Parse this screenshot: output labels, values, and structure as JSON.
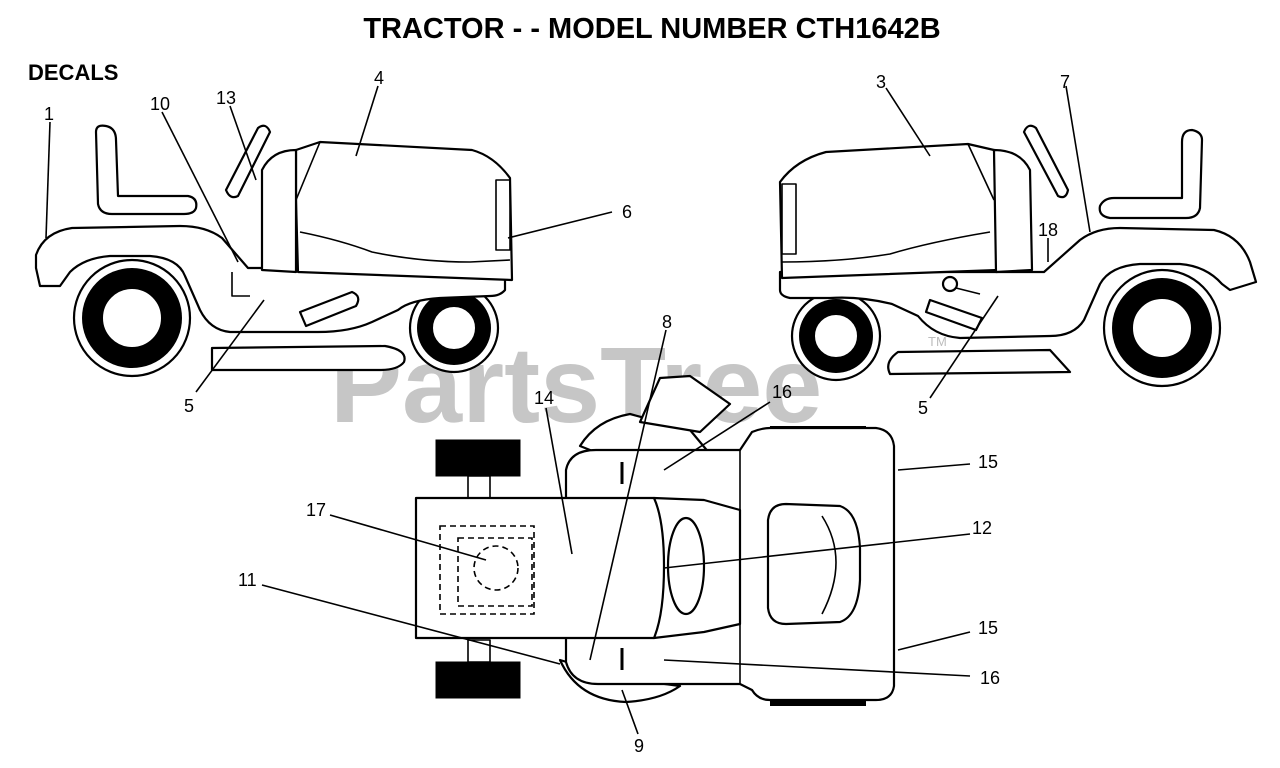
{
  "title": "TRACTOR - - MODEL NUMBER CTH1642B",
  "section_label": "DECALS",
  "watermark": "PartsTree",
  "watermark_tm": "TM",
  "callouts": {
    "c1": "1",
    "c10": "10",
    "c13": "13",
    "c4": "4",
    "c6": "6",
    "c5_left": "5",
    "c3": "3",
    "c7": "7",
    "c18": "18",
    "c5_right": "5",
    "c8": "8",
    "c14": "14",
    "c16_top": "16",
    "c15_top": "15",
    "c17": "17",
    "c12": "12",
    "c11": "11",
    "c15_bottom": "15",
    "c16_bottom": "16",
    "c9": "9"
  }
}
